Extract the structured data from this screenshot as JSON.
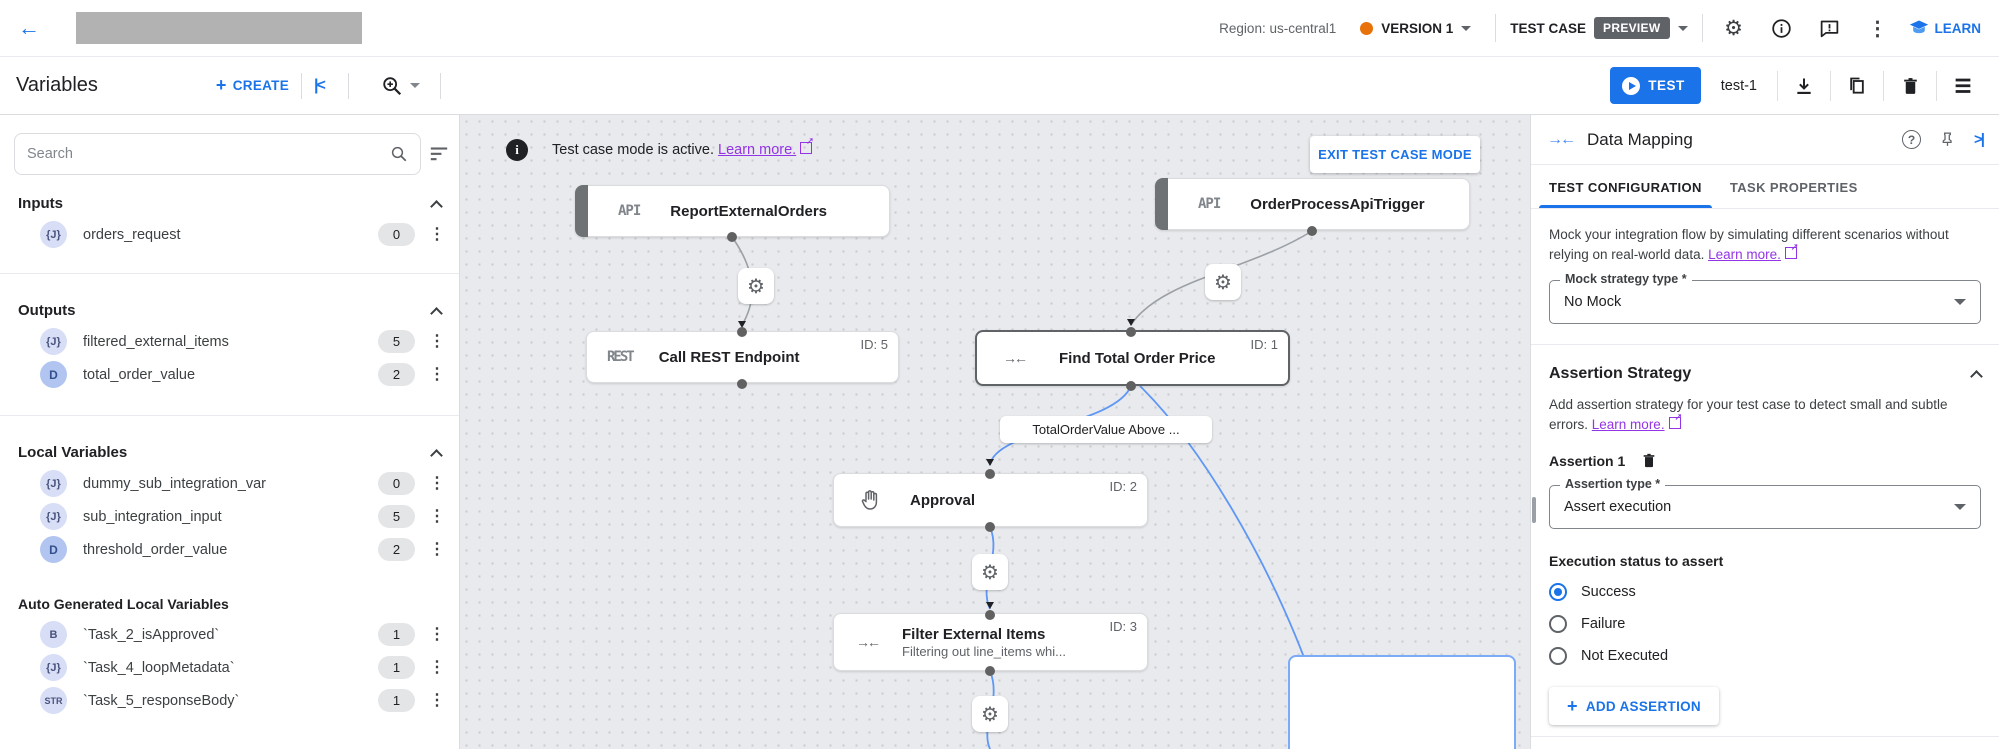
{
  "icons": {
    "back": "←",
    "gear": "⚙",
    "more": "⋮",
    "mapping": "→←",
    "plus": "+",
    "info_i": "i",
    "help_q": "?"
  },
  "topbar": {
    "region_label": "Region: us-central1",
    "version_label": "VERSION 1",
    "test_case_label": "TEST CASE",
    "preview_badge": "PREVIEW",
    "learn_label": "LEARN"
  },
  "toolbar": {
    "title": "Variables",
    "create_label": "CREATE",
    "test_button_label": "TEST",
    "test_case_name": "test-1"
  },
  "sidebar": {
    "search_placeholder": "Search",
    "sections": [
      {
        "title": "Inputs",
        "items": [
          {
            "icon": "{J}",
            "label": "orders_request",
            "count": "0"
          }
        ]
      },
      {
        "title": "Outputs",
        "items": [
          {
            "icon": "{J}",
            "label": "filtered_external_items",
            "count": "5"
          },
          {
            "icon": "D",
            "label": "total_order_value",
            "count": "2"
          }
        ]
      },
      {
        "title": "Local Variables",
        "items": [
          {
            "icon": "{J}",
            "label": "dummy_sub_integration_var",
            "count": "0"
          },
          {
            "icon": "{J}",
            "label": "sub_integration_input",
            "count": "5"
          },
          {
            "icon": "D",
            "label": "threshold_order_value",
            "count": "2"
          }
        ]
      },
      {
        "title": "Auto Generated Local Variables",
        "items": [
          {
            "icon": "B",
            "label": "`Task_2_isApproved`",
            "count": "1"
          },
          {
            "icon": "{J}",
            "label": "`Task_4_loopMetadata`",
            "count": "1"
          },
          {
            "icon": "STR",
            "label": "`Task_5_responseBody`",
            "count": "1"
          }
        ]
      }
    ]
  },
  "canvas": {
    "banner": {
      "message": "Test case mode is active.",
      "link": "Learn more.",
      "exit_button": "EXIT TEST CASE MODE"
    },
    "nodes": [
      {
        "tag": "API",
        "title": "ReportExternalOrders"
      },
      {
        "tag": "API",
        "title": "OrderProcessApiTrigger"
      },
      {
        "tag": "REST",
        "title": "Call REST Endpoint",
        "id": "ID: 5"
      },
      {
        "title": "Find Total Order Price",
        "id": "ID: 1"
      },
      {
        "title": "Approval",
        "id": "ID: 2"
      },
      {
        "title": "Filter External Items",
        "subtitle": "Filtering out line_items whi...",
        "id": "ID: 3"
      }
    ],
    "edge_label": "TotalOrderValue Above ..."
  },
  "panel": {
    "title": "Data Mapping",
    "tabs": [
      {
        "label": "TEST CONFIGURATION"
      },
      {
        "label": "TASK PROPERTIES"
      }
    ],
    "mock_text": "Mock your integration flow by simulating different scenarios without relying on real-world data.",
    "mock_link": "Learn more.",
    "mock_strategy": {
      "label": "Mock strategy type *",
      "value": "No Mock"
    },
    "assertion_section": {
      "title": "Assertion Strategy",
      "description": "Add assertion strategy for your test case to detect small and subtle errors.",
      "link": "Learn more."
    },
    "assertion": {
      "title": "Assertion 1",
      "type_label": "Assertion type *",
      "type_value": "Assert execution"
    },
    "execution_status": {
      "label": "Execution status to assert",
      "options": [
        {
          "label": "Success"
        },
        {
          "label": "Failure"
        },
        {
          "label": "Not Executed"
        }
      ]
    },
    "add_assertion_label": "ADD ASSERTION"
  },
  "colors": {
    "accent": "#1a73e8",
    "link_purple": "#9334e6",
    "version_dot": "#e8710a",
    "preview_badge_bg": "#5f6368",
    "edge_blue": "#5e97f6",
    "edge_gray": "#9aa0a6"
  }
}
